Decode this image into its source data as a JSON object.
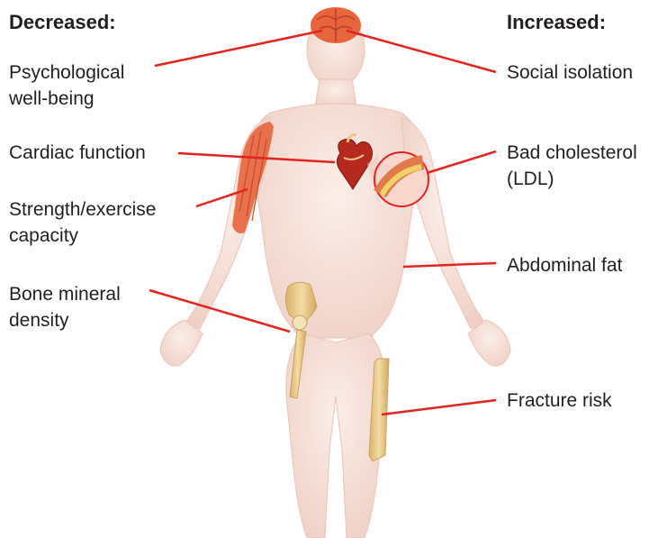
{
  "headings": {
    "left": "Decreased:",
    "right": "Increased:"
  },
  "decreased": {
    "psych_line1": "Psychological",
    "psych_line2": "well-being",
    "cardiac": "Cardiac function",
    "strength_line1": "Strength/exercise",
    "strength_line2": "capacity",
    "bone_line1": "Bone mineral",
    "bone_line2": "density"
  },
  "increased": {
    "social": "Social isolation",
    "ldl_line1": "Bad cholesterol",
    "ldl_line2": "(LDL)",
    "abdominal": "Abdominal fat",
    "fracture": "Fracture risk"
  },
  "colors": {
    "line": "#e3231f",
    "skin": "#f6dcd3",
    "muscle": "#e8643d",
    "bone": "#e8c98a"
  },
  "icons": [
    "brain-icon",
    "heart-icon",
    "artery-icon",
    "arm-muscle-icon",
    "hip-bone-icon",
    "femur-bone-icon"
  ]
}
